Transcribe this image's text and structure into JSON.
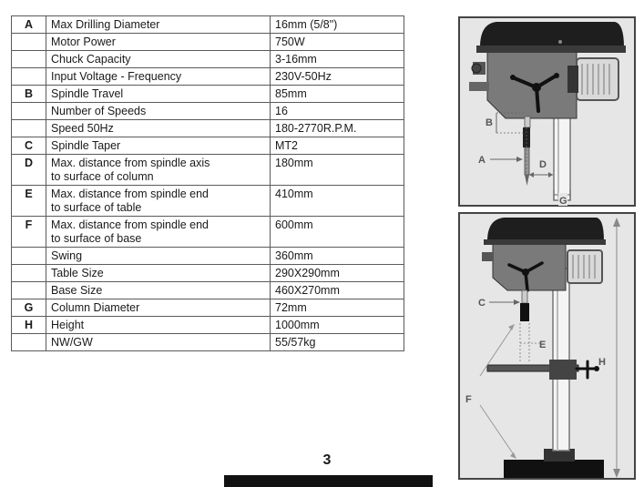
{
  "spec_table": {
    "rows": [
      {
        "key": "A",
        "label": "Max Drilling Diameter",
        "value": "16mm (5/8\")"
      },
      {
        "key": "",
        "label": "Motor Power",
        "value": "750W"
      },
      {
        "key": "",
        "label": "Chuck Capacity",
        "value": "3-16mm"
      },
      {
        "key": "",
        "label": "Input Voltage - Frequency",
        "value": "230V-50Hz"
      },
      {
        "key": "B",
        "label": "Spindle Travel",
        "value": "85mm"
      },
      {
        "key": "",
        "label": "Number of Speeds",
        "value": "16"
      },
      {
        "key": "",
        "label": "Speed 50Hz",
        "value": "180-2770R.P.M."
      },
      {
        "key": "C",
        "label": "Spindle Taper",
        "value": "MT2"
      },
      {
        "key": "D",
        "label_line1": "Max. distance from spindle axis",
        "label_line2": "to surface of column",
        "value": "180mm"
      },
      {
        "key": "E",
        "label_line1": "Max. distance from spindle end",
        "label_line2": "to surface of table",
        "value": "410mm"
      },
      {
        "key": "F",
        "label_line1": "Max. distance from spindle end",
        "label_line2": "to surface of base",
        "value": "600mm"
      },
      {
        "key": "",
        "label": "Swing",
        "value": "360mm"
      },
      {
        "key": "",
        "label": "Table Size",
        "value": "290X290mm"
      },
      {
        "key": "",
        "label": "Base Size",
        "value": "460X270mm"
      },
      {
        "key": "G",
        "label": "Column Diameter",
        "value": "72mm"
      },
      {
        "key": "H",
        "label": "Height",
        "value": "1000mm"
      },
      {
        "key": "",
        "label": "NW/GW",
        "value": "55/57kg"
      }
    ]
  },
  "page_number": "3",
  "figure_top_labels": {
    "a": "A",
    "b": "B",
    "d": "D",
    "g": "G"
  },
  "figure_bottom_labels": {
    "c": "C",
    "e": "E",
    "f": "F",
    "h": "H"
  }
}
